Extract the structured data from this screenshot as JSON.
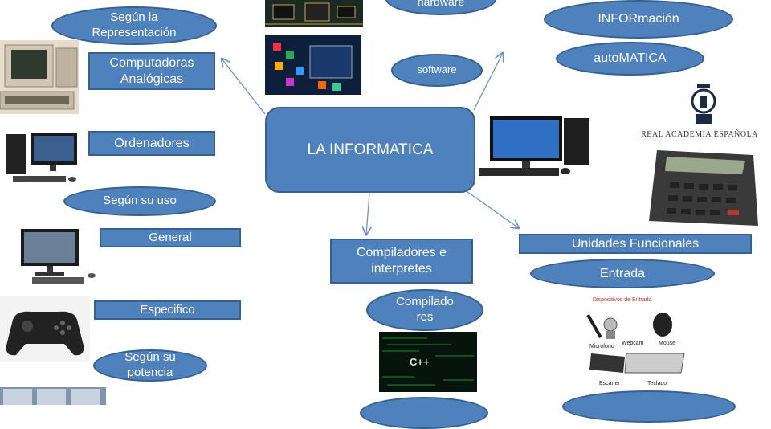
{
  "center": {
    "label": "LA INFORMATICA"
  },
  "nodes": {
    "segun_representacion": "Según la Representación",
    "computadoras_analogicas": "Computadoras Analógicas",
    "ordenadores": "Ordenadores",
    "segun_uso": "Según su uso",
    "general": "General",
    "especifico": "Especifico",
    "segun_potencia": "Según su potencia",
    "hardware": "hardware",
    "software": "software",
    "informacion": "INFORmación",
    "automatica": "autoMATICA",
    "compiladores_interpretes": "Compiladores e interpretes",
    "compiladores": "Compilado res",
    "unidades_funcionales": "Unidades Funcionales",
    "entrada": "Entrada"
  },
  "images": {
    "rae_text": "REAL ACADEMIA ESPAÑOLA",
    "cpp_text": "C++",
    "devices_title": "Dispositivos de Entrada",
    "dev_microfono": "Micrófono",
    "dev_webcam": "Webcam",
    "dev_mouse": "Mouse",
    "dev_escaner": "Escáner",
    "dev_teclado": "Teclado"
  },
  "colors": {
    "node_fill": "#4f81bd",
    "node_border": "#35618f",
    "arrow": "#6a93c8"
  }
}
